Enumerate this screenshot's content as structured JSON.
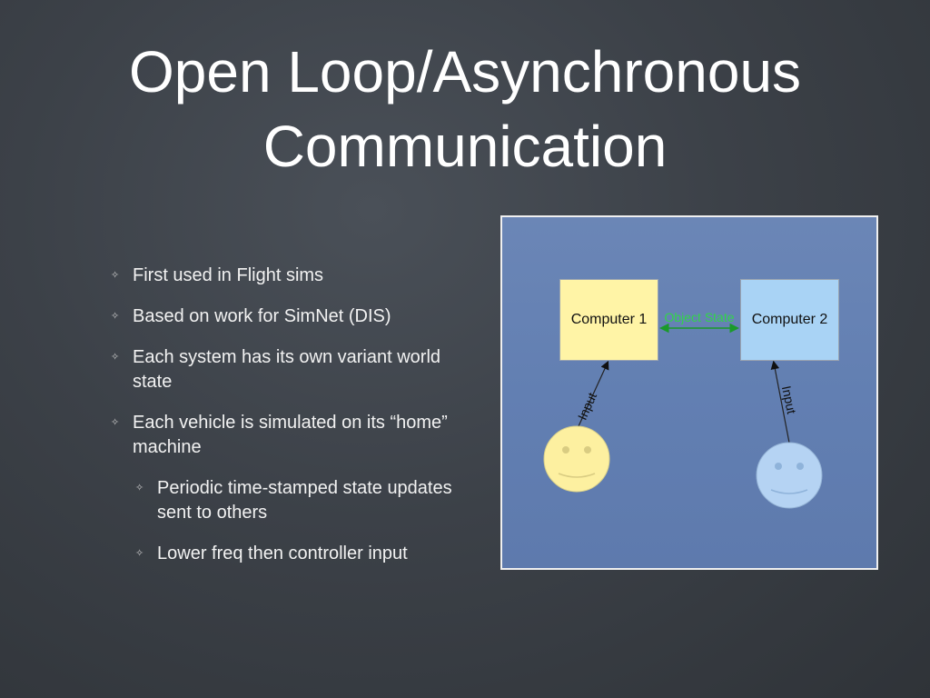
{
  "slide": {
    "title_line1": "Open Loop/Asynchronous",
    "title_line2": "Communication"
  },
  "bullets": [
    {
      "text": "First used in Flight sims",
      "level": 1
    },
    {
      "text": "Based on work for SimNet (DIS)",
      "level": 1
    },
    {
      "text": "Each system has its own variant world state",
      "level": 1
    },
    {
      "text": "Each vehicle is simulated on its “home” machine",
      "level": 1
    },
    {
      "text": "Periodic time-stamped state updates sent to others",
      "level": 2
    },
    {
      "text": "Lower freq then controller input",
      "level": 2
    }
  ],
  "diagram": {
    "computer1_label": "Computer 1",
    "computer2_label": "Computer 2",
    "object_state_label": "Object State",
    "input1_label": "Input",
    "input2_label": "Input",
    "colors": {
      "computer1": "#fff4a6",
      "computer2": "#a9d3f5",
      "face1": "#fdf0a0",
      "face2": "#b5d3f3",
      "object_state": "#32d44a",
      "background": "#627fb2"
    }
  }
}
